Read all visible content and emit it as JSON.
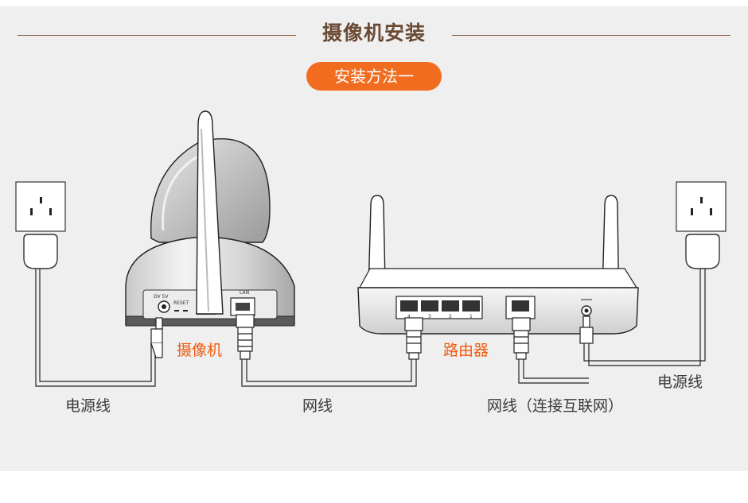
{
  "header": {
    "title": "摄像机安装",
    "method_button": "安装方法一"
  },
  "labels": {
    "camera": "摄像机",
    "router": "路由器",
    "power_left": "电源线",
    "power_right": "电源线",
    "network_cable": "网线",
    "network_internet": "网线（连接互联网）"
  },
  "camera_panel": {
    "power_port": "DV 5V",
    "reset": "RESET",
    "lan": "LAN"
  },
  "router_ports": [
    "4",
    "3",
    "2",
    "1"
  ],
  "colors": {
    "accent": "#f26c1f",
    "title": "#6b4a35",
    "label_highlight": "#f05a10",
    "line": "#222222",
    "background": "#efefef"
  }
}
